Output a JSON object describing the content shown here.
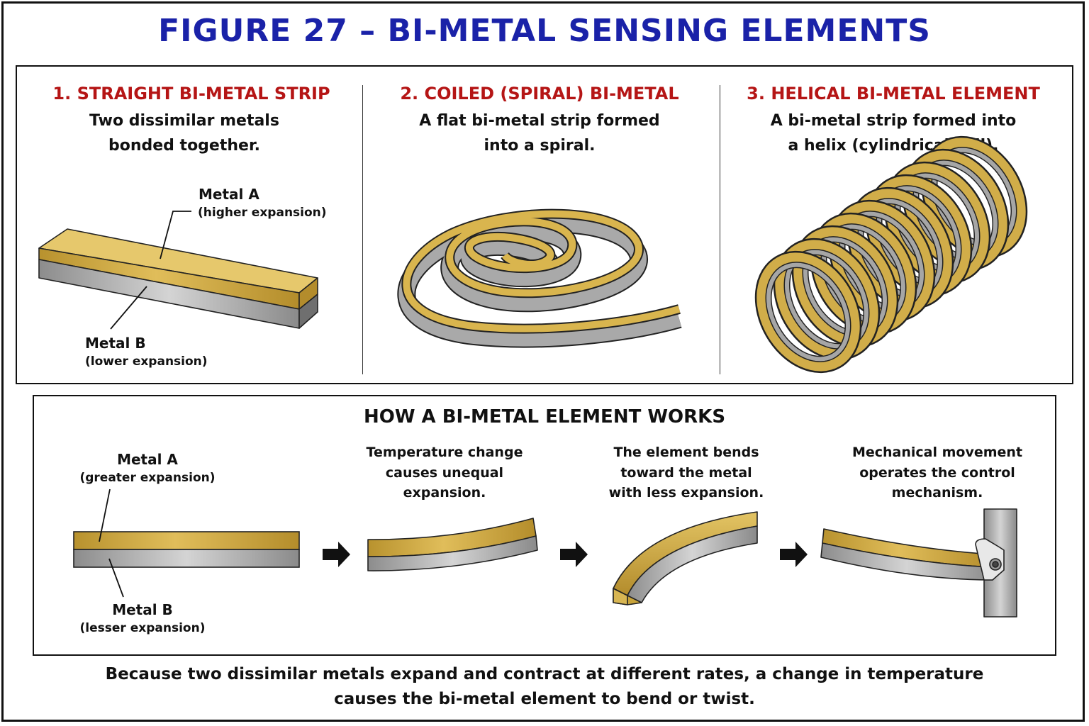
{
  "title": "FIGURE 27 – BI-METAL SENSING ELEMENTS",
  "panels": [
    {
      "title": "1. STRAIGHT BI-METAL STRIP",
      "desc_line1": "Two dissimilar metals",
      "desc_line2": "bonded together.",
      "metal_a": "Metal A",
      "metal_a_note": "(higher expansion)",
      "metal_b": "Metal B",
      "metal_b_note": "(lower expansion)"
    },
    {
      "title": "2. COILED (SPIRAL) BI-METAL",
      "desc_line1": "A flat bi-metal strip formed",
      "desc_line2": "into a spiral."
    },
    {
      "title": "3. HELICAL BI-METAL ELEMENT",
      "desc_line1": "A bi-metal strip formed into",
      "desc_line2": "a helix (cylindrical coil)."
    }
  ],
  "works": {
    "title": "HOW A BI-METAL ELEMENT WORKS",
    "metal_a": "Metal A",
    "metal_a_note": "(greater expansion)",
    "metal_b": "Metal B",
    "metal_b_note": "(lesser expansion)",
    "steps": [
      {
        "line1": "Temperature change",
        "line2": "causes unequal",
        "line3": "expansion."
      },
      {
        "line1": "The element bends",
        "line2": "toward the metal",
        "line3": "with less expansion."
      },
      {
        "line1": "Mechanical movement",
        "line2": "operates the control",
        "line3": "mechanism."
      }
    ]
  },
  "footer": {
    "line1": "Because two dissimilar metals expand and contract at different rates, a change in temperature",
    "line2": "causes the bi-metal element to bend or twist."
  },
  "colors": {
    "title_blue": "#1a22a8",
    "heading_red": "#b51515",
    "metal_a_gold": "#c9a43a",
    "metal_b_steel": "#a8a8a8"
  }
}
